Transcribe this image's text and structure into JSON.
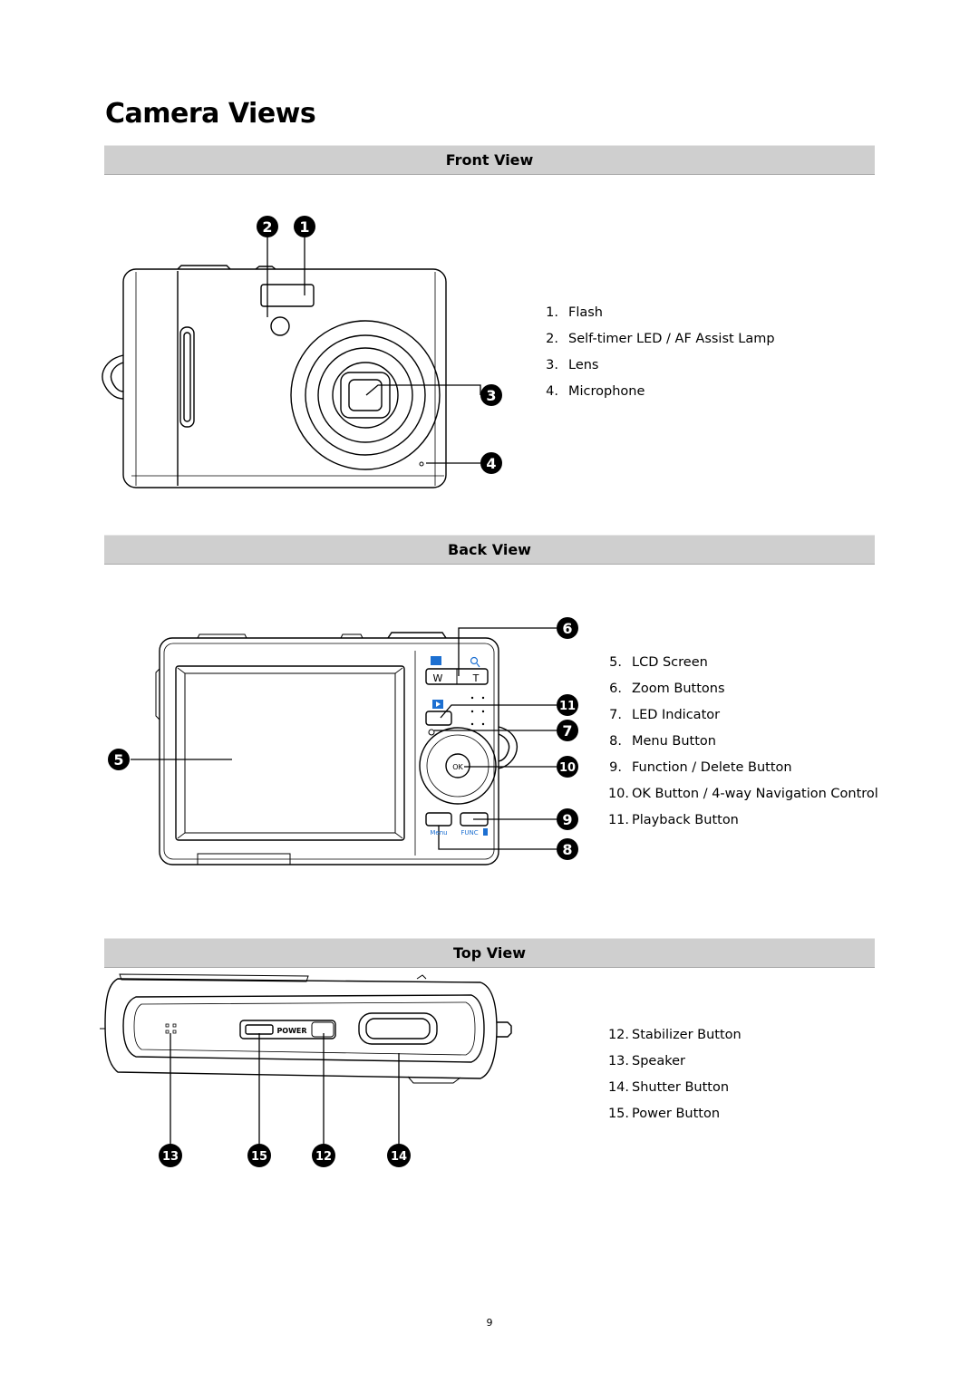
{
  "page_title": "Camera Views",
  "sections": {
    "front": {
      "heading": "Front View",
      "items": [
        {
          "num": "1.",
          "label": "Flash"
        },
        {
          "num": "2.",
          "label": "Self-timer LED / AF Assist Lamp"
        },
        {
          "num": "3.",
          "label": "Lens"
        },
        {
          "num": "4.",
          "label": "Microphone"
        }
      ],
      "callouts": [
        "1",
        "2",
        "3",
        "4"
      ]
    },
    "back": {
      "heading": "Back View",
      "items": [
        {
          "num": "5.",
          "label": "LCD Screen"
        },
        {
          "num": "6.",
          "label": "Zoom Buttons"
        },
        {
          "num": "7.",
          "label": "LED Indicator"
        },
        {
          "num": "8.",
          "label": "Menu Button"
        },
        {
          "num": "9.",
          "label": "Function / Delete Button"
        },
        {
          "num": "10.",
          "label": "OK Button / 4-way Navigation Control"
        },
        {
          "num": "11.",
          "label": "Playback Button"
        }
      ],
      "callouts": [
        "5",
        "6",
        "7",
        "8",
        "9",
        "10",
        "11"
      ],
      "camera_labels": {
        "wide": "W",
        "tele": "T",
        "ok": "OK",
        "menu": "Menu",
        "func": "FUNC"
      }
    },
    "top": {
      "heading": "Top View",
      "items": [
        {
          "num": "12.",
          "label": "Stabilizer Button"
        },
        {
          "num": "13.",
          "label": "Speaker"
        },
        {
          "num": "14.",
          "label": "Shutter Button"
        },
        {
          "num": "15.",
          "label": "Power Button"
        }
      ],
      "callouts": [
        "12",
        "13",
        "14",
        "15"
      ],
      "camera_labels": {
        "power": "POWER"
      }
    }
  },
  "page_number": "9"
}
